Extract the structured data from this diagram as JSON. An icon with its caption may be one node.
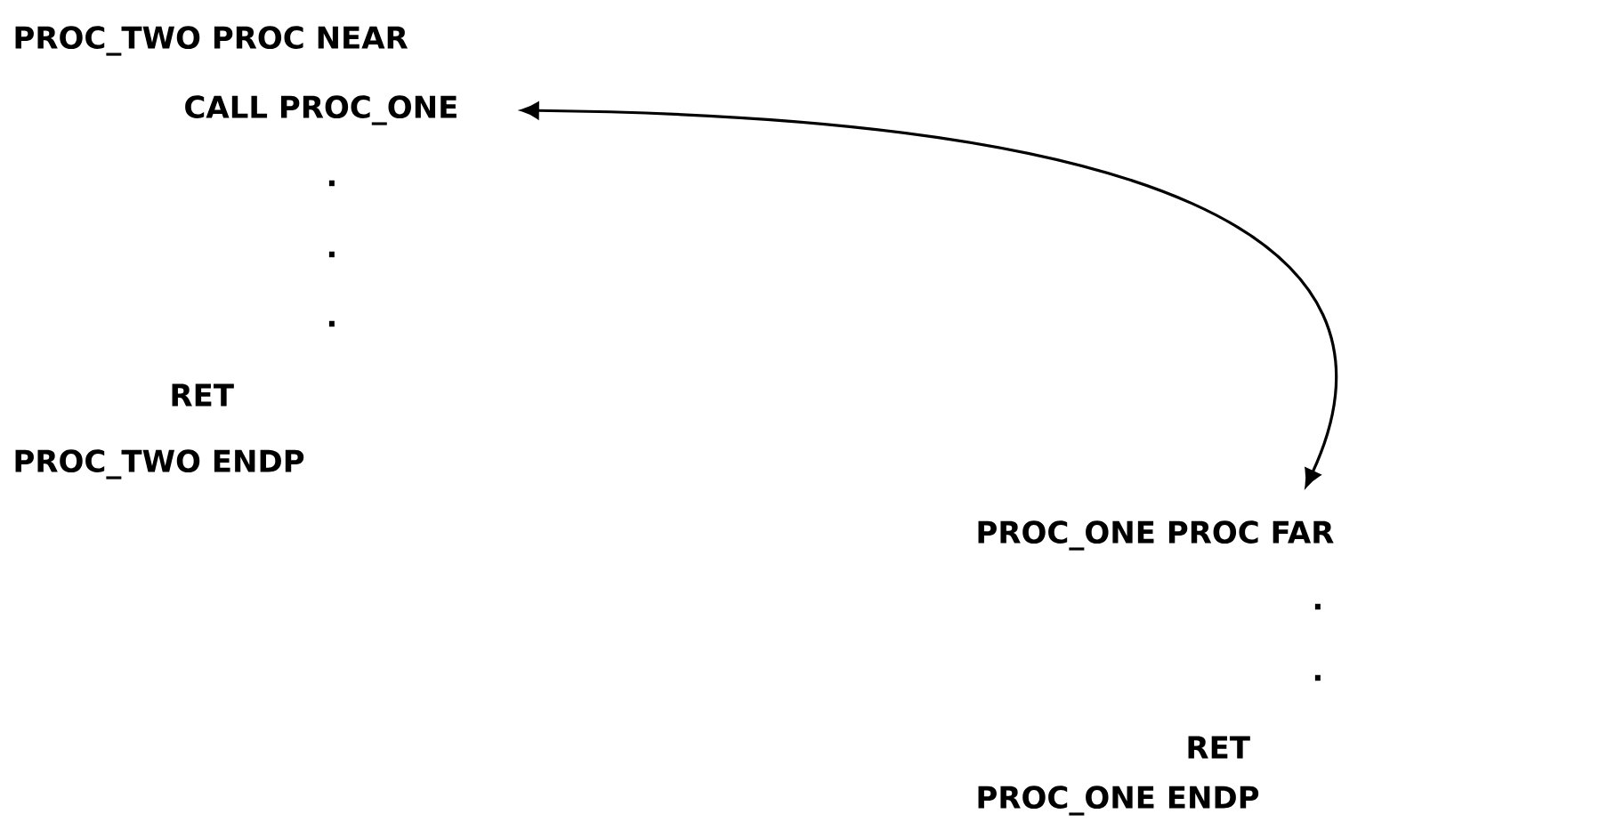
{
  "diagram": {
    "nodes": [
      {
        "text": [
          "CALL PROC_ONE"
        ]
      },
      {
        "text": [
          "PROC_ONE PROC FAR"
        ]
      }
    ],
    "edges": [
      {
        "from": 0,
        "to": 1,
        "arrow": "both"
      }
    ],
    "labels": [
      "PROC_TWO PROC NEAR",
      ".",
      ".",
      ".",
      "RET",
      "PROC_TWO ENDP",
      ".",
      ".",
      "RET",
      "PROC_ONE ENDP"
    ]
  }
}
